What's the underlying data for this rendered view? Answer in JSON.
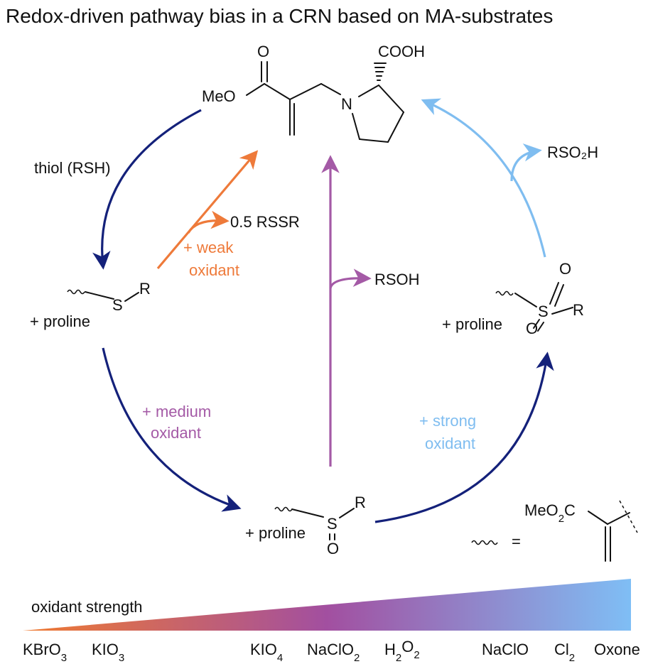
{
  "title": "Redox-driven pathway bias in a CRN based on MA-substrates",
  "colors": {
    "navy": "#14217a",
    "orange": "#ee7a3a",
    "purple": "#a45aa6",
    "light_blue": "#7fbdf0",
    "gradient_start": "#f07a30",
    "gradient_mid": "#a24fa0",
    "gradient_end": "#7fbef5"
  },
  "top_molecule": {
    "O": "O",
    "MeO": "MeO",
    "N": "N",
    "COOH": "COOH"
  },
  "thioether": {
    "S": "S",
    "R": "R",
    "co_reagent": "+ proline"
  },
  "sulfoxide": {
    "S": "S",
    "R": "R",
    "O": "O",
    "co_reagent": "+ proline"
  },
  "sulfone": {
    "S": "S",
    "R": "R",
    "O_top": "O",
    "O_bottom": "O",
    "co_reagent": "+ proline"
  },
  "reagents": {
    "thiol": "thiol (RSH)",
    "weak_line1": "+ weak",
    "weak_line2": "oxidant",
    "medium_line1": "+ medium",
    "medium_line2": "oxidant",
    "strong_line1": "+ strong",
    "strong_line2": "oxidant"
  },
  "byproducts": {
    "rssr": "0.5 RSSR",
    "rsoh": "RSOH",
    "rso2h": "RSO₂H"
  },
  "legend": {
    "ester_main": "MeO",
    "ester_sub": "2",
    "ester_end": "C",
    "equals": "="
  },
  "strength_scale": {
    "label": "oxidant strength",
    "oxidants": [
      {
        "main": "KBrO",
        "sub": "3",
        "end": ""
      },
      {
        "main": "KIO",
        "sub": "3",
        "end": ""
      },
      {
        "main": "KIO",
        "sub": "4",
        "end": ""
      },
      {
        "main": "NaClO",
        "sub": "2",
        "end": ""
      },
      {
        "main": "H",
        "sub": "2",
        "end": "O",
        "sub2": "2"
      },
      {
        "main": "NaClO",
        "sub": "",
        "end": ""
      },
      {
        "main": "Cl",
        "sub": "2",
        "end": ""
      },
      {
        "main": "Oxone",
        "sub": "",
        "end": ""
      }
    ]
  }
}
